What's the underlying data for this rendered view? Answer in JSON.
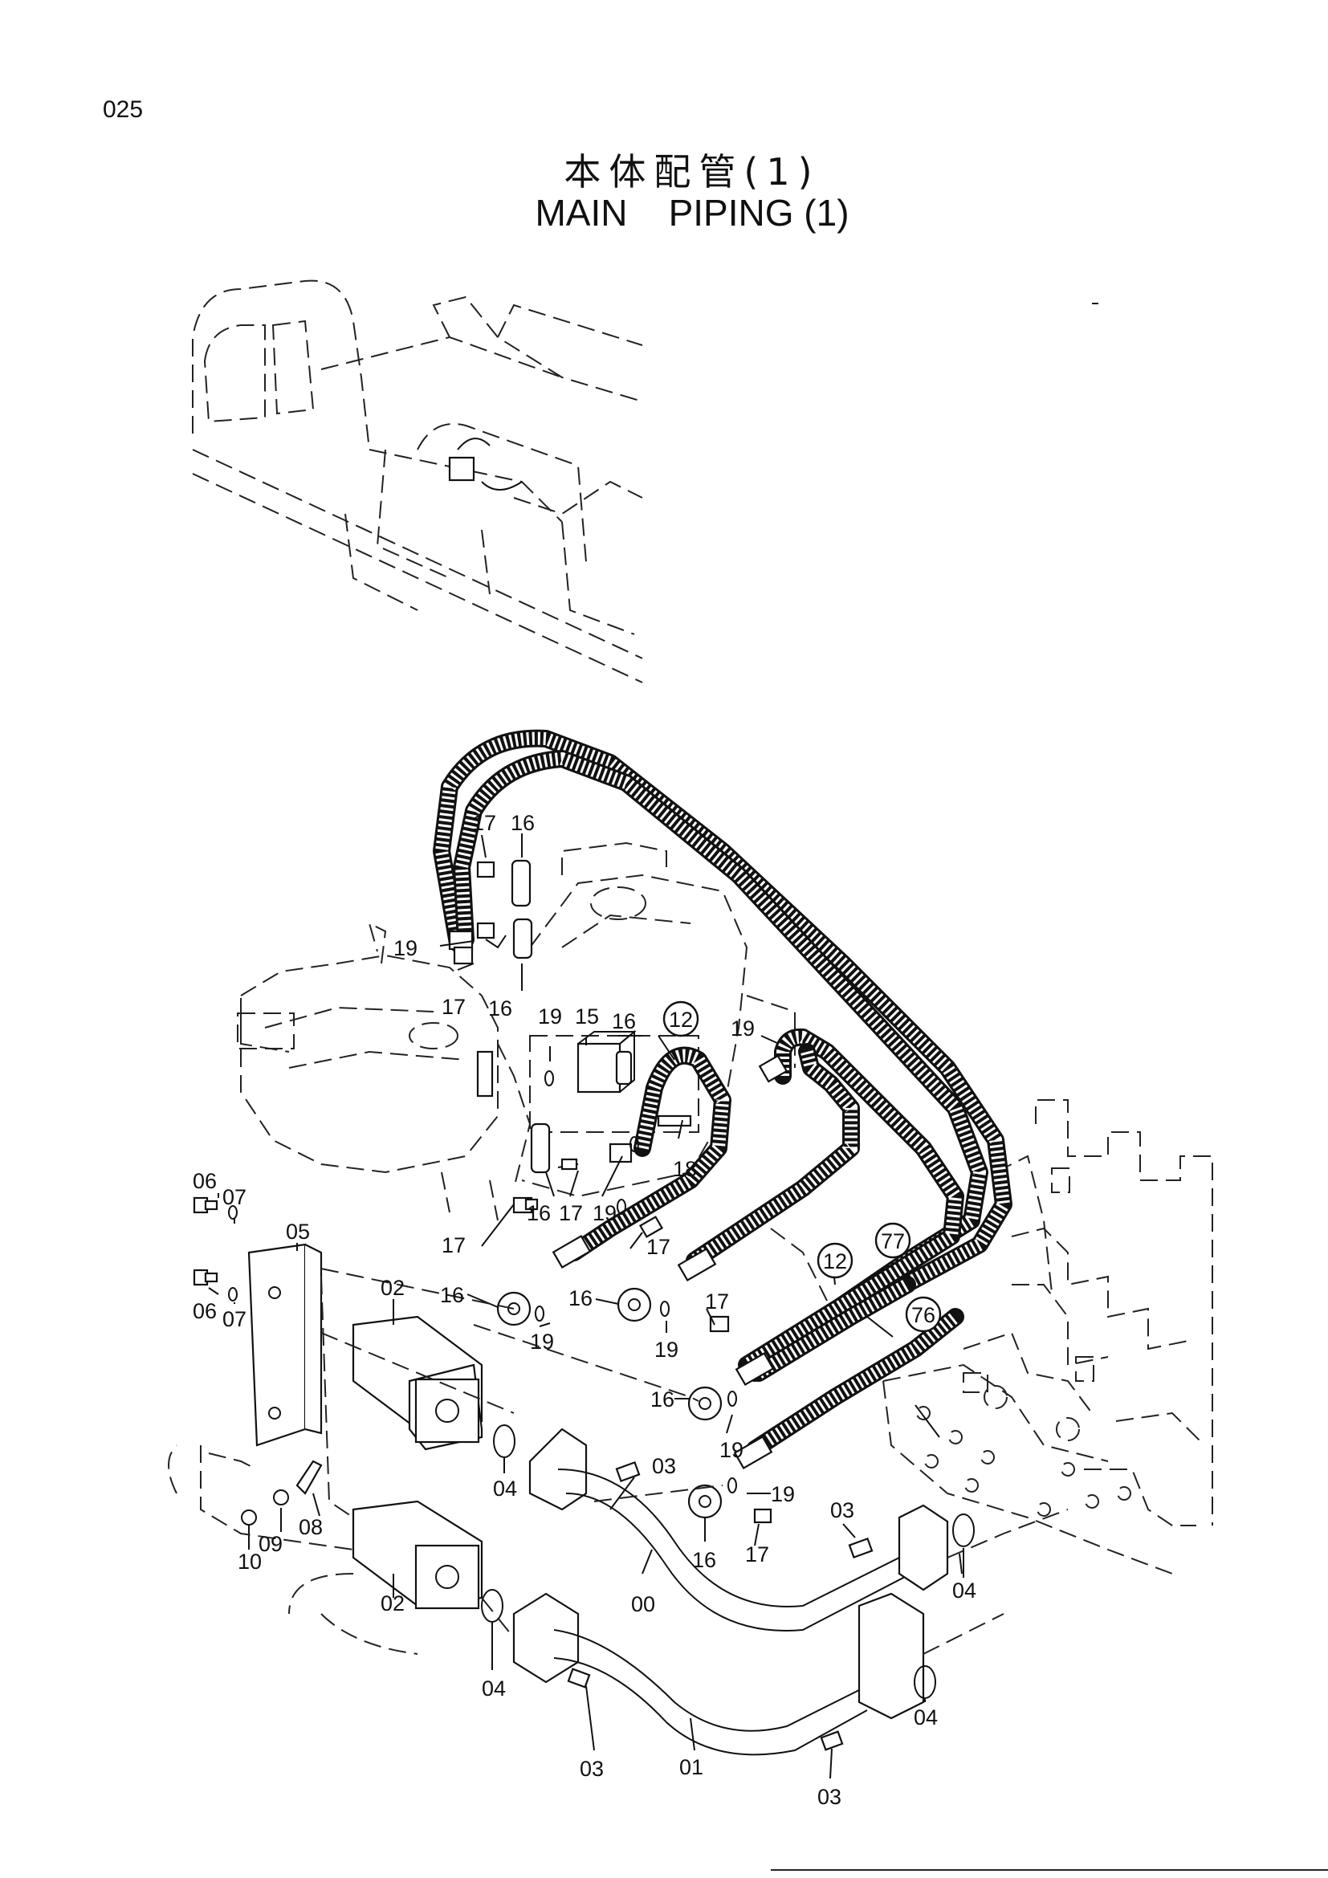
{
  "page": {
    "number": "025",
    "title_jp": "本体配管(1)",
    "title_en": "MAIN    PIPING (1)"
  },
  "part_labels": {
    "p00": "00",
    "p01": "01",
    "p02": "02",
    "p03": "03",
    "p04": "04",
    "p05": "05",
    "p06": "06",
    "p07": "07",
    "p08": "08",
    "p09": "09",
    "p10": "10",
    "p12": "12",
    "p15": "15",
    "p16": "16",
    "p17": "17",
    "p18": "18",
    "p19": "19",
    "p76": "76",
    "p77": "77"
  }
}
